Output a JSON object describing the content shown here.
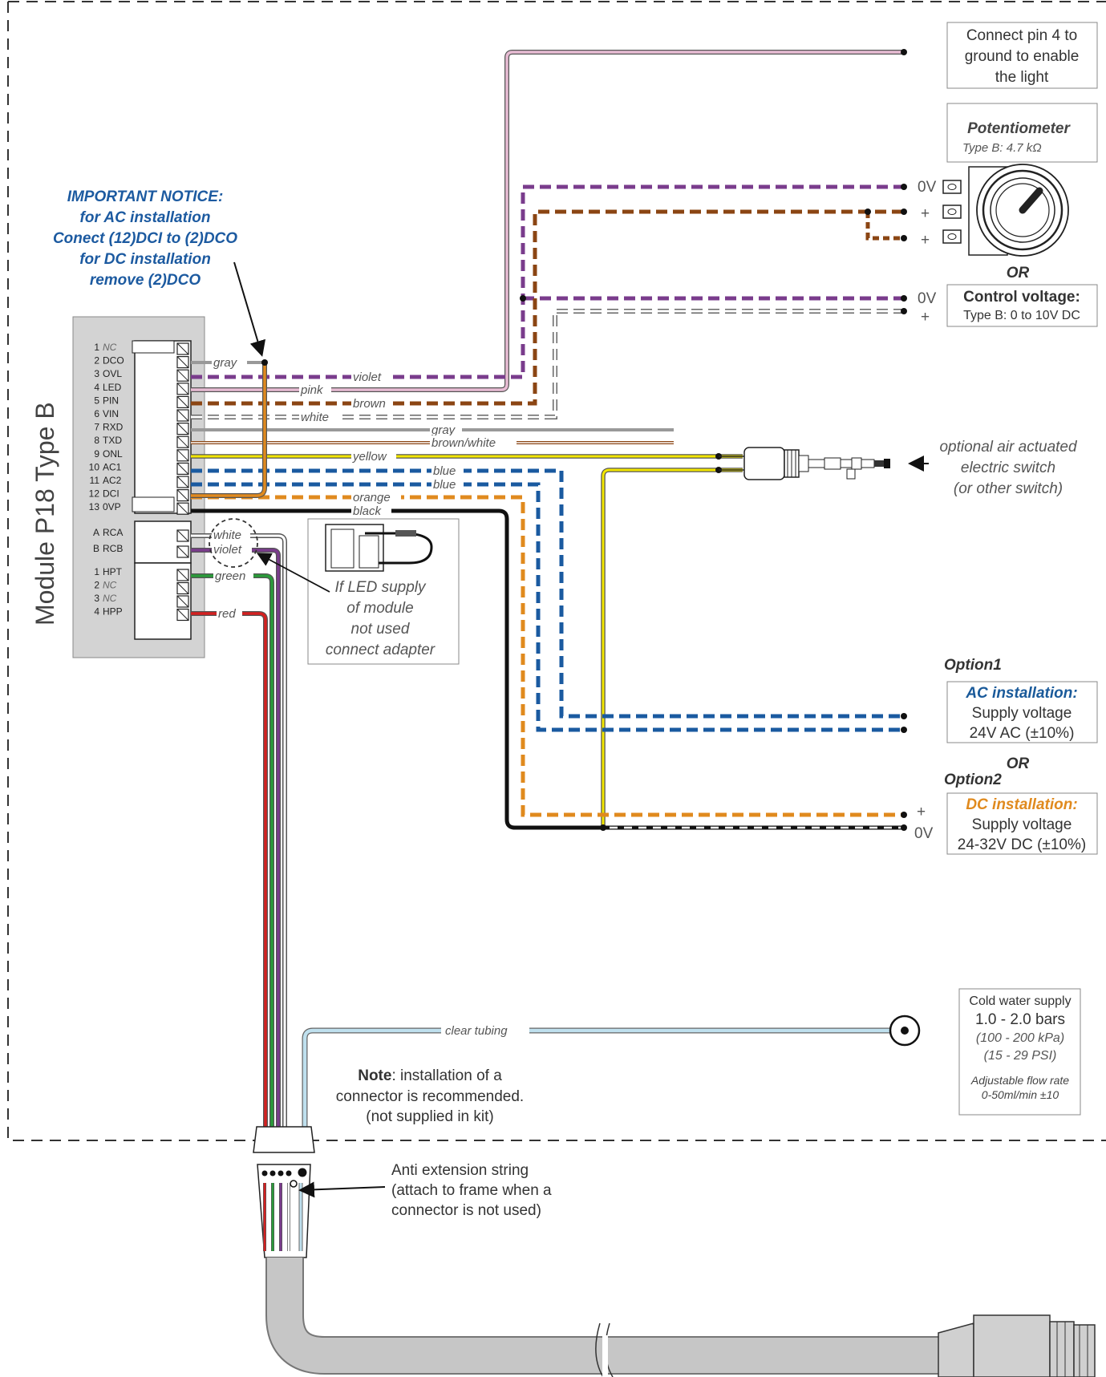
{
  "module_title": "Module P18   Type B",
  "pins_p18": [
    {
      "num": "1",
      "label": "NC",
      "nc": true
    },
    {
      "num": "2",
      "label": "DCO",
      "nc": false
    },
    {
      "num": "3",
      "label": "OVL",
      "nc": false
    },
    {
      "num": "4",
      "label": "LED",
      "nc": false
    },
    {
      "num": "5",
      "label": "PIN",
      "nc": false
    },
    {
      "num": "6",
      "label": "VIN",
      "nc": false
    },
    {
      "num": "7",
      "label": "RXD",
      "nc": false
    },
    {
      "num": "8",
      "label": "TXD",
      "nc": false
    },
    {
      "num": "9",
      "label": "ONL",
      "nc": false
    },
    {
      "num": "10",
      "label": "AC1",
      "nc": false
    },
    {
      "num": "11",
      "label": "AC2",
      "nc": false
    },
    {
      "num": "12",
      "label": "DCI",
      "nc": false
    },
    {
      "num": "13",
      "label": "0VP",
      "nc": false
    }
  ],
  "pins_rc": [
    {
      "num": "A",
      "label": "RCA",
      "nc": false
    },
    {
      "num": "B",
      "label": "RCB",
      "nc": false
    }
  ],
  "pins_hp": [
    {
      "num": "1",
      "label": "HPT",
      "nc": false
    },
    {
      "num": "2",
      "label": "NC",
      "nc": true
    },
    {
      "num": "3",
      "label": "NC",
      "nc": true
    },
    {
      "num": "4",
      "label": "HPP",
      "nc": false
    }
  ],
  "notice": [
    "IMPORTANT NOTICE:",
    "for AC installation",
    "Conect (12)DCI to (2)DCO",
    "for DC installation",
    "remove (2)DCO"
  ],
  "wires": {
    "gray": "gray",
    "violet": "violet",
    "pink": "pink",
    "brown": "brown",
    "white": "white",
    "gray2": "gray",
    "brown_white": "brown/white",
    "yellow": "yellow",
    "blue1": "blue",
    "blue2": "blue",
    "orange": "orange",
    "black": "black",
    "rc_white": "white",
    "rc_violet": "violet",
    "green": "green",
    "red": "red",
    "clear_tubing": "clear tubing"
  },
  "led_box": {
    "text": [
      "If LED supply",
      "of module",
      "not used",
      "connect adapter"
    ]
  },
  "light_box": {
    "text": [
      "Connect pin 4 to",
      "ground to enable",
      "the light"
    ]
  },
  "pot_box": {
    "title": "Potentiometer",
    "subtitle": "Type B: 4.7 kΩ"
  },
  "pot_terms": [
    "0V",
    "+",
    "+"
  ],
  "or1": "OR",
  "cv_box": {
    "title": "Control voltage:",
    "subtitle": "Type B: 0 to 10V DC"
  },
  "cv_terms": [
    "0V",
    "+"
  ],
  "switch_note": [
    "optional air actuated",
    "electric switch",
    "(or other switch)"
  ],
  "option1": "Option1",
  "ac_box": {
    "title": "AC installation:",
    "line1": "Supply voltage",
    "line2": "24V AC (±10%)"
  },
  "or2": "OR",
  "option2": "Option2",
  "dc_box": {
    "title": "DC installation:",
    "line1": "Supply voltage",
    "line2": "24-32V DC (±10%)"
  },
  "dc_terms": [
    "+",
    "0V"
  ],
  "water_box": {
    "l1": "Cold water supply",
    "l2": "1.0 - 2.0 bars",
    "l3": "(100 - 200 kPa)",
    "l4": "(15 - 29 PSI)",
    "l5": "Adjustable flow rate",
    "l6": "0-50ml/min ±10"
  },
  "note": {
    "bold": "Note",
    "rest": ": installation of a",
    "l2": "connector is recommended.",
    "l3": "(not supplied in kit)"
  },
  "anti_ext": [
    "Anti extension string",
    "(attach to frame when a",
    "connector is not used)"
  ],
  "colors": {
    "notice": "#1c5aa0",
    "ac": "#1a5a9a",
    "dc": "#e08a1e",
    "violet": "#7a3c8c",
    "brown": "#8b4513",
    "blue": "#1a5aa0",
    "orange": "#e08a1e",
    "yellow": "#f2e600",
    "pink": "#e8bcd4",
    "red": "#d42020",
    "green": "#2a9a3a",
    "tubing": "#bfe0ee"
  }
}
